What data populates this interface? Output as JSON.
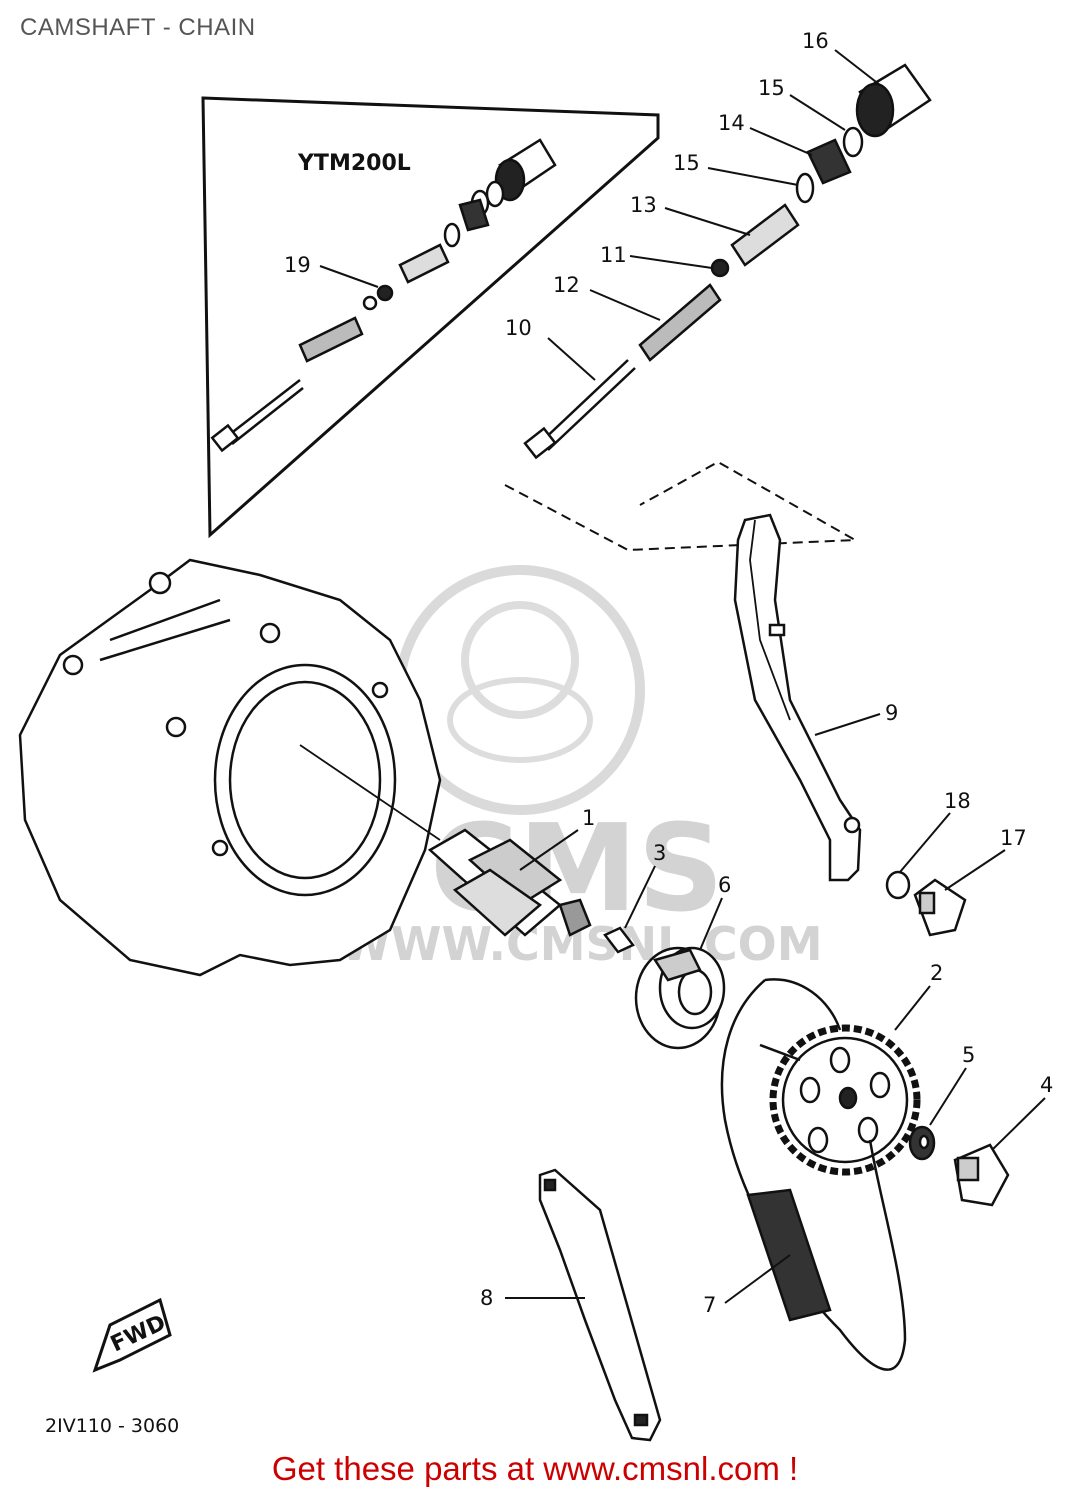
{
  "header": {
    "title": "CAMSHAFT - CHAIN"
  },
  "inset": {
    "model": "YTM200L"
  },
  "callouts": [
    "1",
    "2",
    "3",
    "4",
    "5",
    "6",
    "7",
    "8",
    "9",
    "10",
    "11",
    "12",
    "13",
    "14",
    "15",
    "16",
    "17",
    "18",
    "19"
  ],
  "callout_repeat": "15",
  "fwd_marker": "FWD",
  "diagram_code": "2IV110 - 3060",
  "watermark": {
    "brand": "CMS",
    "url": "WWW.CMSNL.COM"
  },
  "footer": {
    "text": "Get these parts at www.cmsnl.com !"
  },
  "colors": {
    "line": "#111111",
    "footer": "#cc0000",
    "watermark": "#cfcfcf",
    "title": "#555555"
  }
}
